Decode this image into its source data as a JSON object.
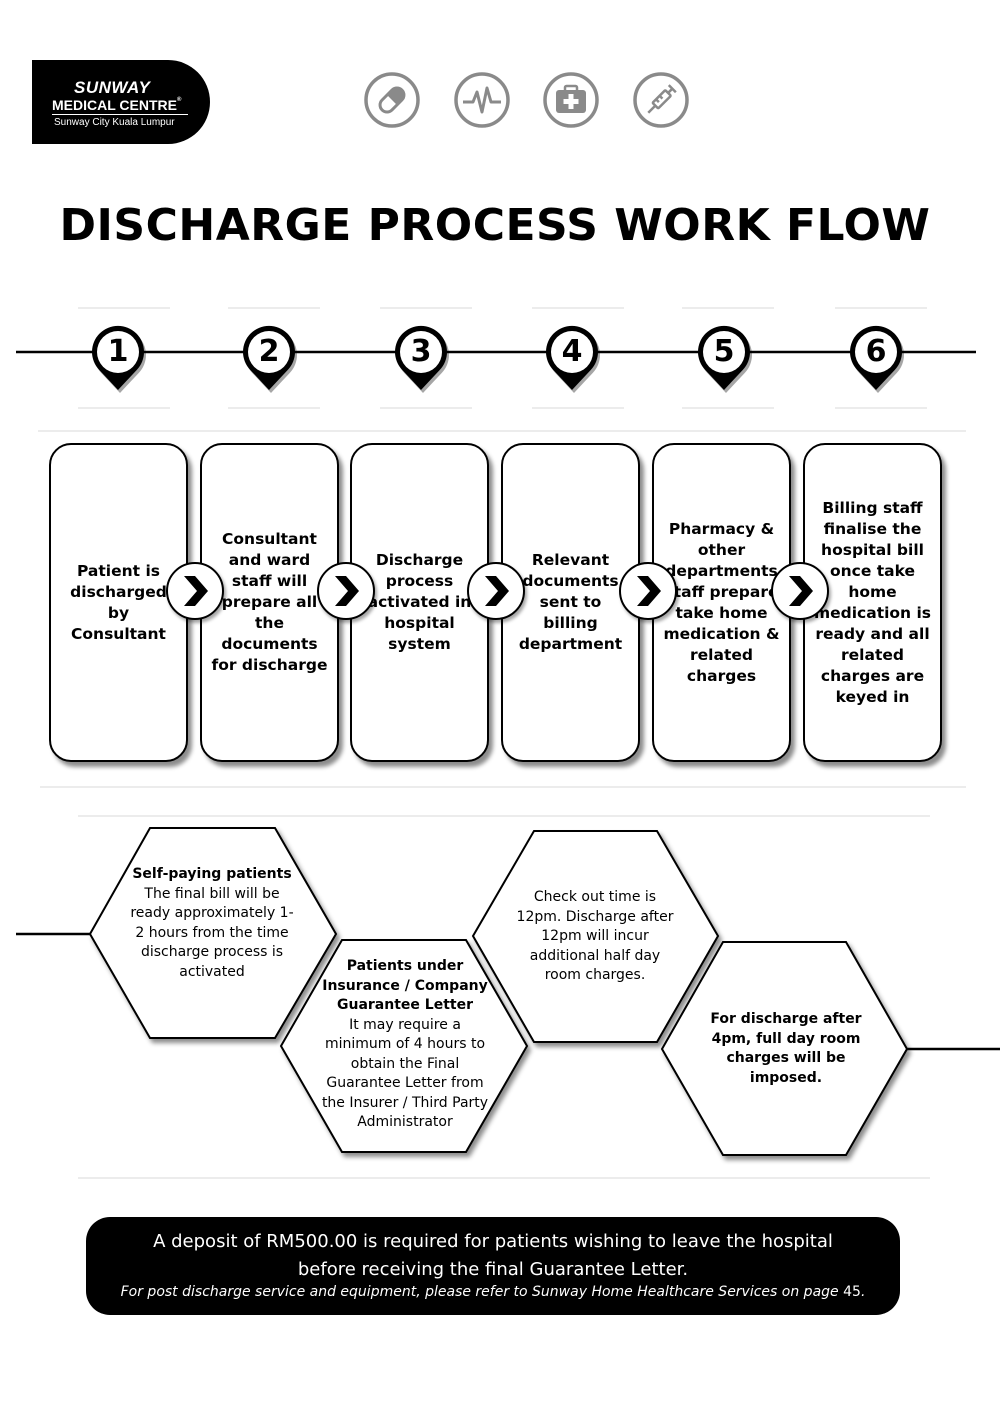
{
  "logo": {
    "brand": "SUNWAY",
    "name": "MEDICAL CENTRE",
    "mark": "®",
    "location": "Sunway City Kuala Lumpur"
  },
  "icons": [
    "pill-icon",
    "heartbeat-icon",
    "first-aid-kit-icon",
    "syringe-icon"
  ],
  "title": "DISCHARGE PROCESS WORK FLOW",
  "steps": [
    {
      "number": "1",
      "text": "Patient is discharged by Consultant"
    },
    {
      "number": "2",
      "text": "Consultant and ward staff will prepare all the documents for discharge"
    },
    {
      "number": "3",
      "text": "Discharge process activated in hospital system"
    },
    {
      "number": "4",
      "text": "Relevant documents sent to billing department"
    },
    {
      "number": "5",
      "text": "Pharmacy & other departments staff prepare take home medication & related charges"
    },
    {
      "number": "6",
      "text": "Billing staff finalise the hospital bill once take home medication is ready and all related charges are keyed in"
    }
  ],
  "notes": [
    {
      "heading": "Self-paying patients",
      "text": "The final bill will be ready approximately 1-2 hours from the time discharge process is activated"
    },
    {
      "heading": "Patients under Insurance / Company Guarantee Letter",
      "text": "It may require a minimum of 4 hours to obtain the Final Guarantee Letter from the Insurer / Third Party Administrator"
    },
    {
      "heading": "",
      "text": "Check out time is 12pm. Discharge after 12pm will incur additional half day room charges."
    },
    {
      "heading": "For discharge after 4pm, full day room charges will be imposed.",
      "text": ""
    }
  ],
  "footer": {
    "deposit": "A deposit of RM500.00 is required for patients wishing to leave the hospital before receiving the final Guarantee Letter.",
    "reference_prefix": "For post discharge service and equipment, please refer to Sunway Home Healthcare Services on page",
    "page": "45",
    "reference_suffix": "."
  }
}
